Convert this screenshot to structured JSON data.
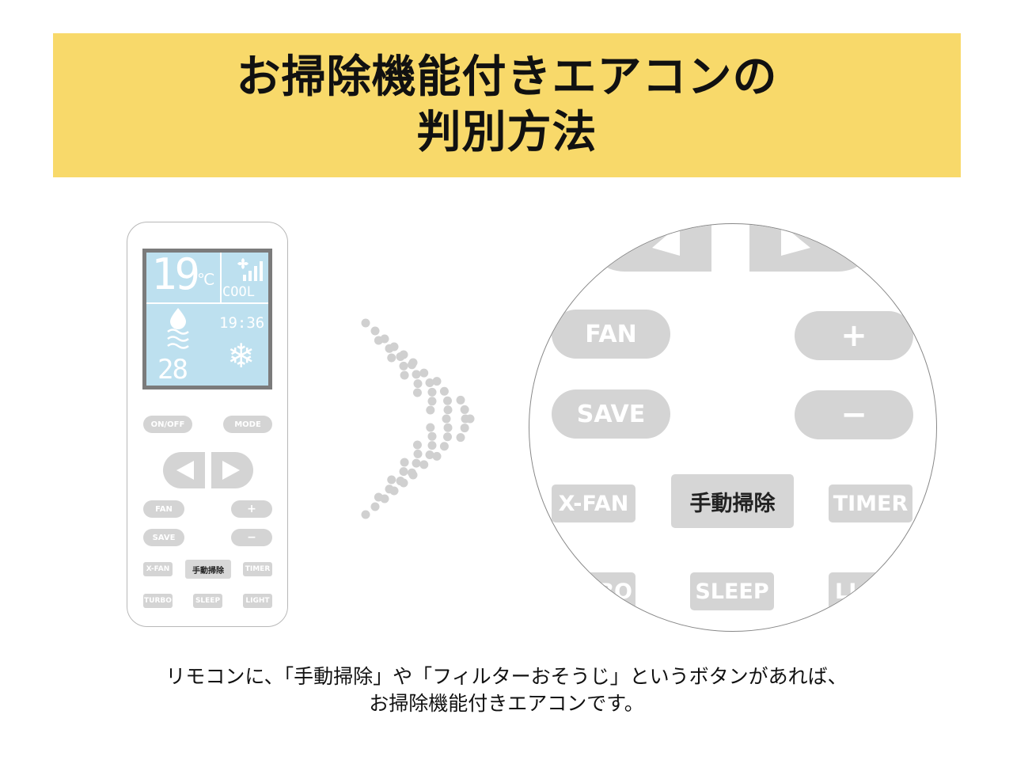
{
  "title": {
    "line1": "お掃除機能付きエアコンの",
    "line2": "判別方法"
  },
  "remote": {
    "lcd": {
      "temperature": "19",
      "degree": "℃",
      "mode": "COOL",
      "clock": "19:36",
      "set_value": "28",
      "icons": [
        "fan-icon",
        "signal-bars-icon",
        "water-drop-icon",
        "waves-icon",
        "snowflake-icon"
      ]
    },
    "buttons": {
      "on_off": "ON/OFF",
      "mode": "MODE",
      "fan": "FAN",
      "plus": "+",
      "save": "SAVE",
      "minus": "−",
      "x_fan": "X-FAN",
      "manual_clean": "手動掃除",
      "timer": "TIMER",
      "turbo": "TURBO",
      "sleep": "SLEEP",
      "light": "LIGHT"
    }
  },
  "zoom": {
    "fan": "FAN",
    "plus": "+",
    "save": "SAVE",
    "minus": "−",
    "x_fan": "X-FAN",
    "manual_clean": "手動掃除",
    "timer": "TIMER",
    "turbo_partial": "RBO",
    "sleep": "SLEEP",
    "light_partial": "LI"
  },
  "caption": {
    "line1": "リモコンに、「手動掃除」や「フィルターおそうじ」というボタンがあれば、",
    "line2": "お掃除機能付きエアコンです。"
  },
  "colors": {
    "banner": "#f8d96a",
    "lcd_background": "#bde0ef",
    "lcd_frame": "#7b7b7b",
    "button_gray": "#d4d4d4",
    "dot_gray": "#d0d0d0"
  }
}
